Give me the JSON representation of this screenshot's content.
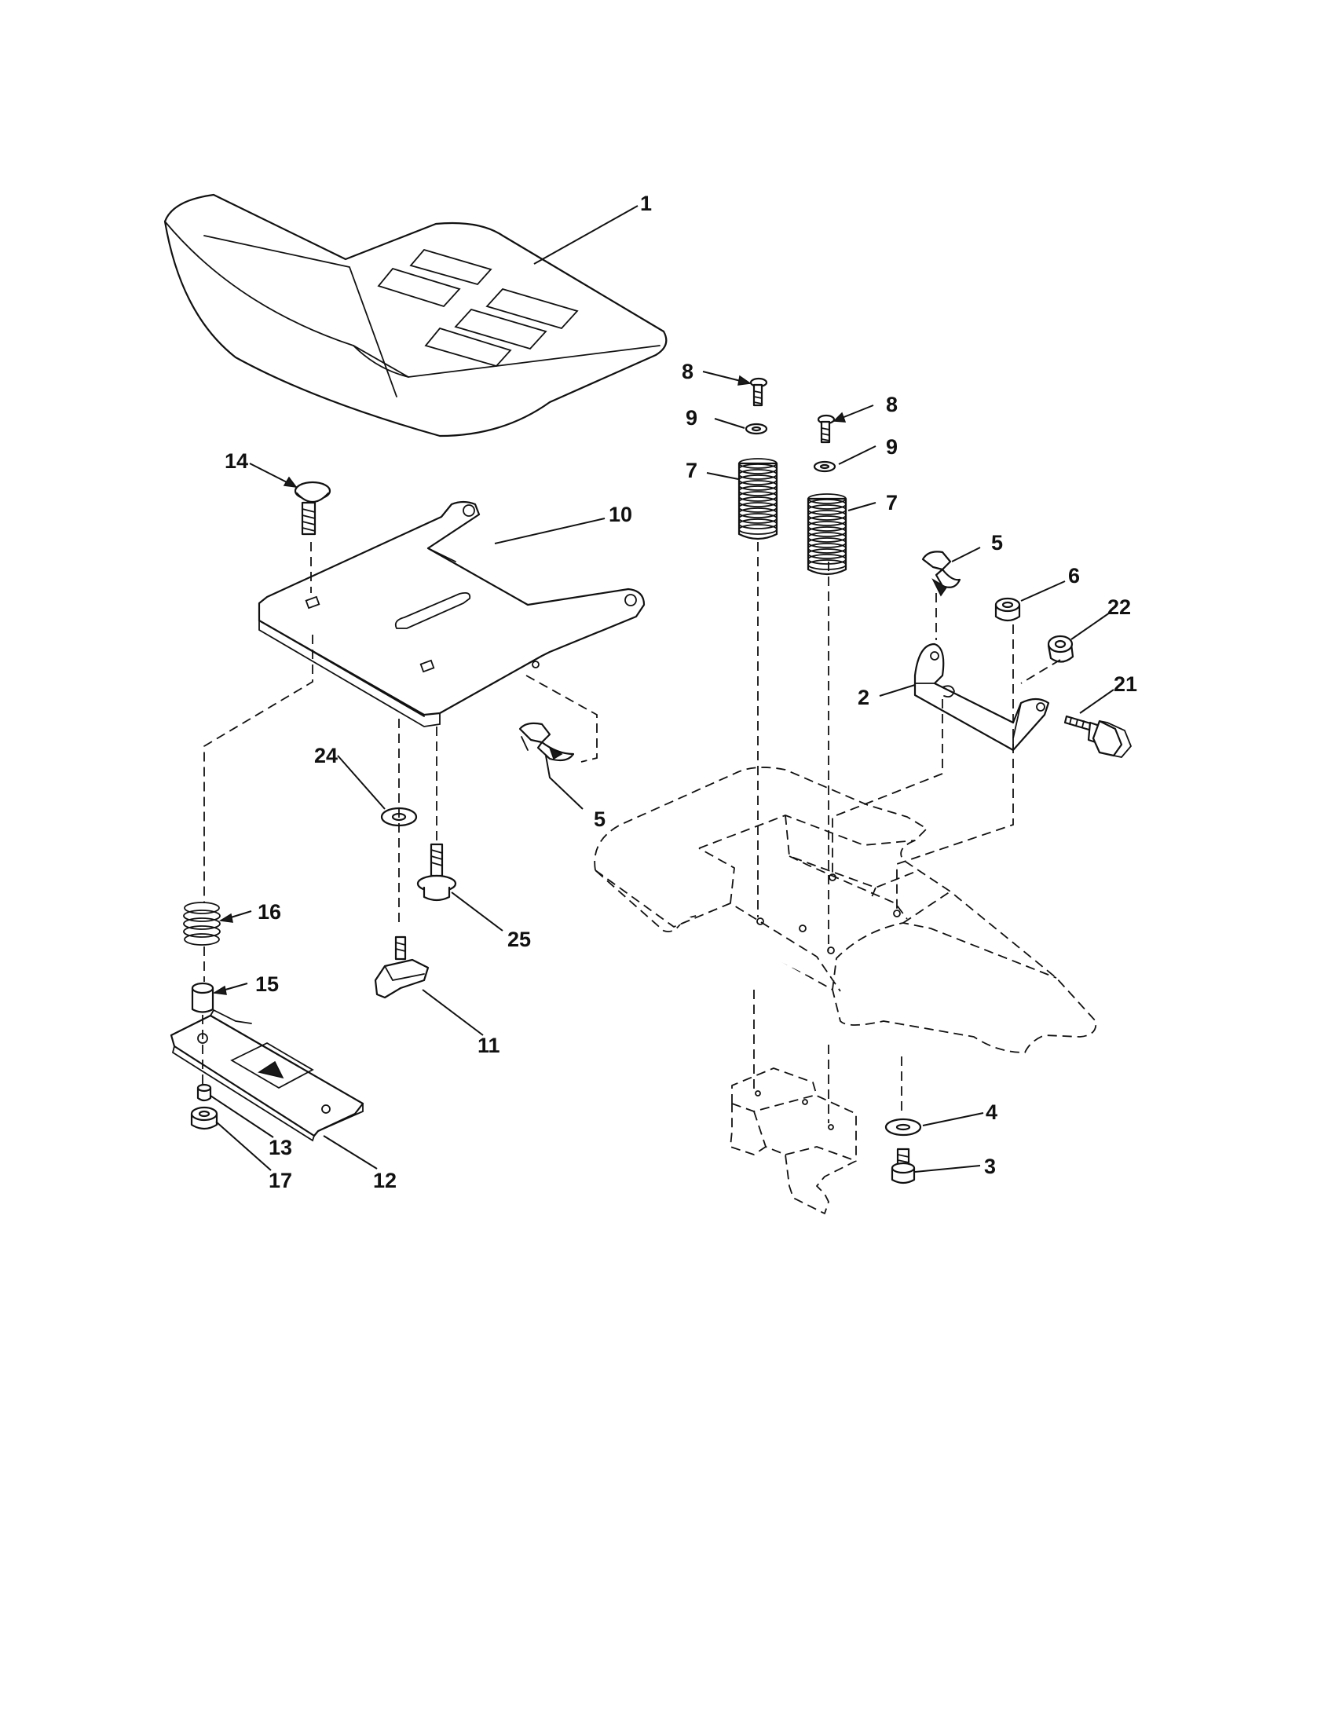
{
  "callouts": {
    "c1": "1",
    "c2": "2",
    "c3": "3",
    "c4": "4",
    "c5": "5",
    "c6": "6",
    "c7": "7",
    "c8": "8",
    "c9": "9",
    "c10": "10",
    "c11": "11",
    "c12": "12",
    "c13": "13",
    "c14": "14",
    "c15": "15",
    "c16": "16",
    "c17": "17",
    "c21": "21",
    "c22": "22",
    "c24": "24",
    "c25": "25"
  },
  "colors": {
    "ink": "#111111",
    "paper": "#ffffff"
  }
}
